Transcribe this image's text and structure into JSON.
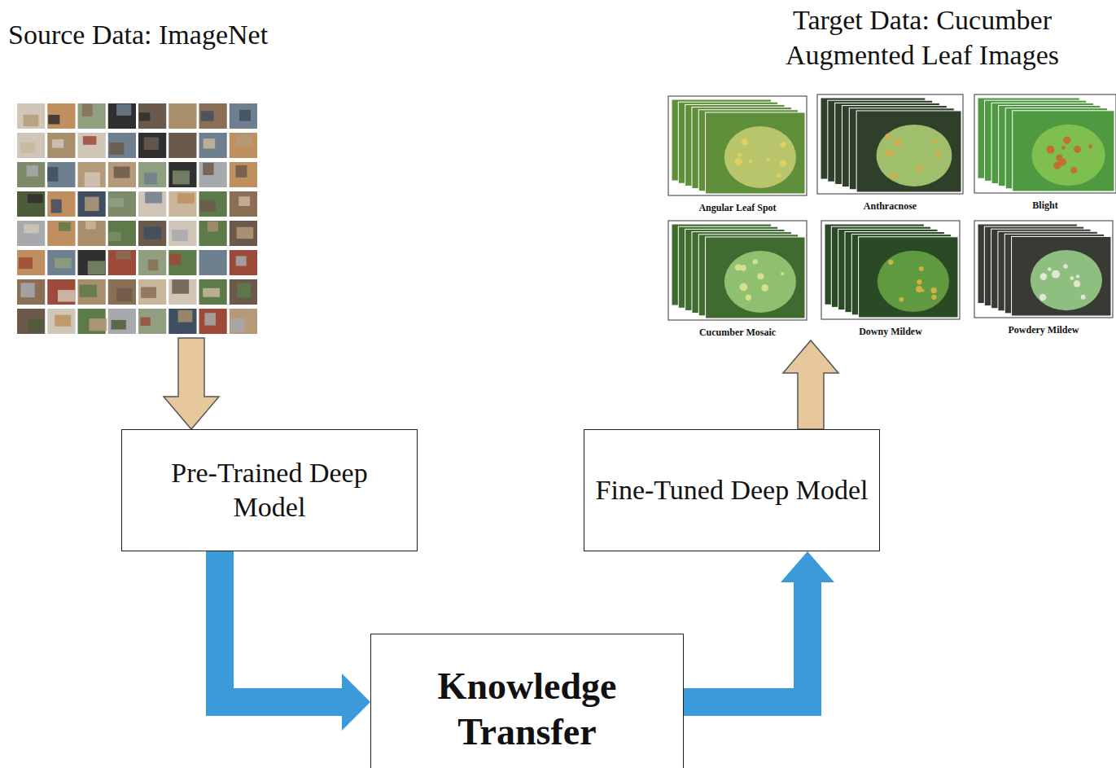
{
  "diagram": {
    "nodes": [
      {
        "text": [
          "Source Data: ImageNet"
        ]
      },
      {
        "text": [
          "Pre-Trained Deep Model"
        ]
      },
      {
        "text": [
          "Knowledge Transfer"
        ]
      },
      {
        "text": [
          "Fine-Tuned Deep Model"
        ]
      },
      {
        "text": [
          "Target Data: Cucumber Augmented Leaf Images"
        ]
      },
      {
        "text": [
          "Angular Leaf Spot"
        ],
        "in": 4
      },
      {
        "text": [
          "Anthracnose"
        ],
        "in": 4
      },
      {
        "text": [
          "Blight"
        ],
        "in": 4
      },
      {
        "text": [
          "Cucumber Mosaic"
        ],
        "in": 4
      },
      {
        "text": [
          "Downy Mildew"
        ],
        "in": 4
      },
      {
        "text": [
          "Powdery Mildew"
        ],
        "in": 4
      }
    ],
    "edges": [
      {
        "from": 0,
        "to": 1,
        "arrow": "to"
      },
      {
        "from": 1,
        "to": 2,
        "arrow": "to"
      },
      {
        "from": 2,
        "to": 3,
        "arrow": "to"
      },
      {
        "from": 3,
        "to": 4,
        "arrow": "to"
      }
    ]
  }
}
